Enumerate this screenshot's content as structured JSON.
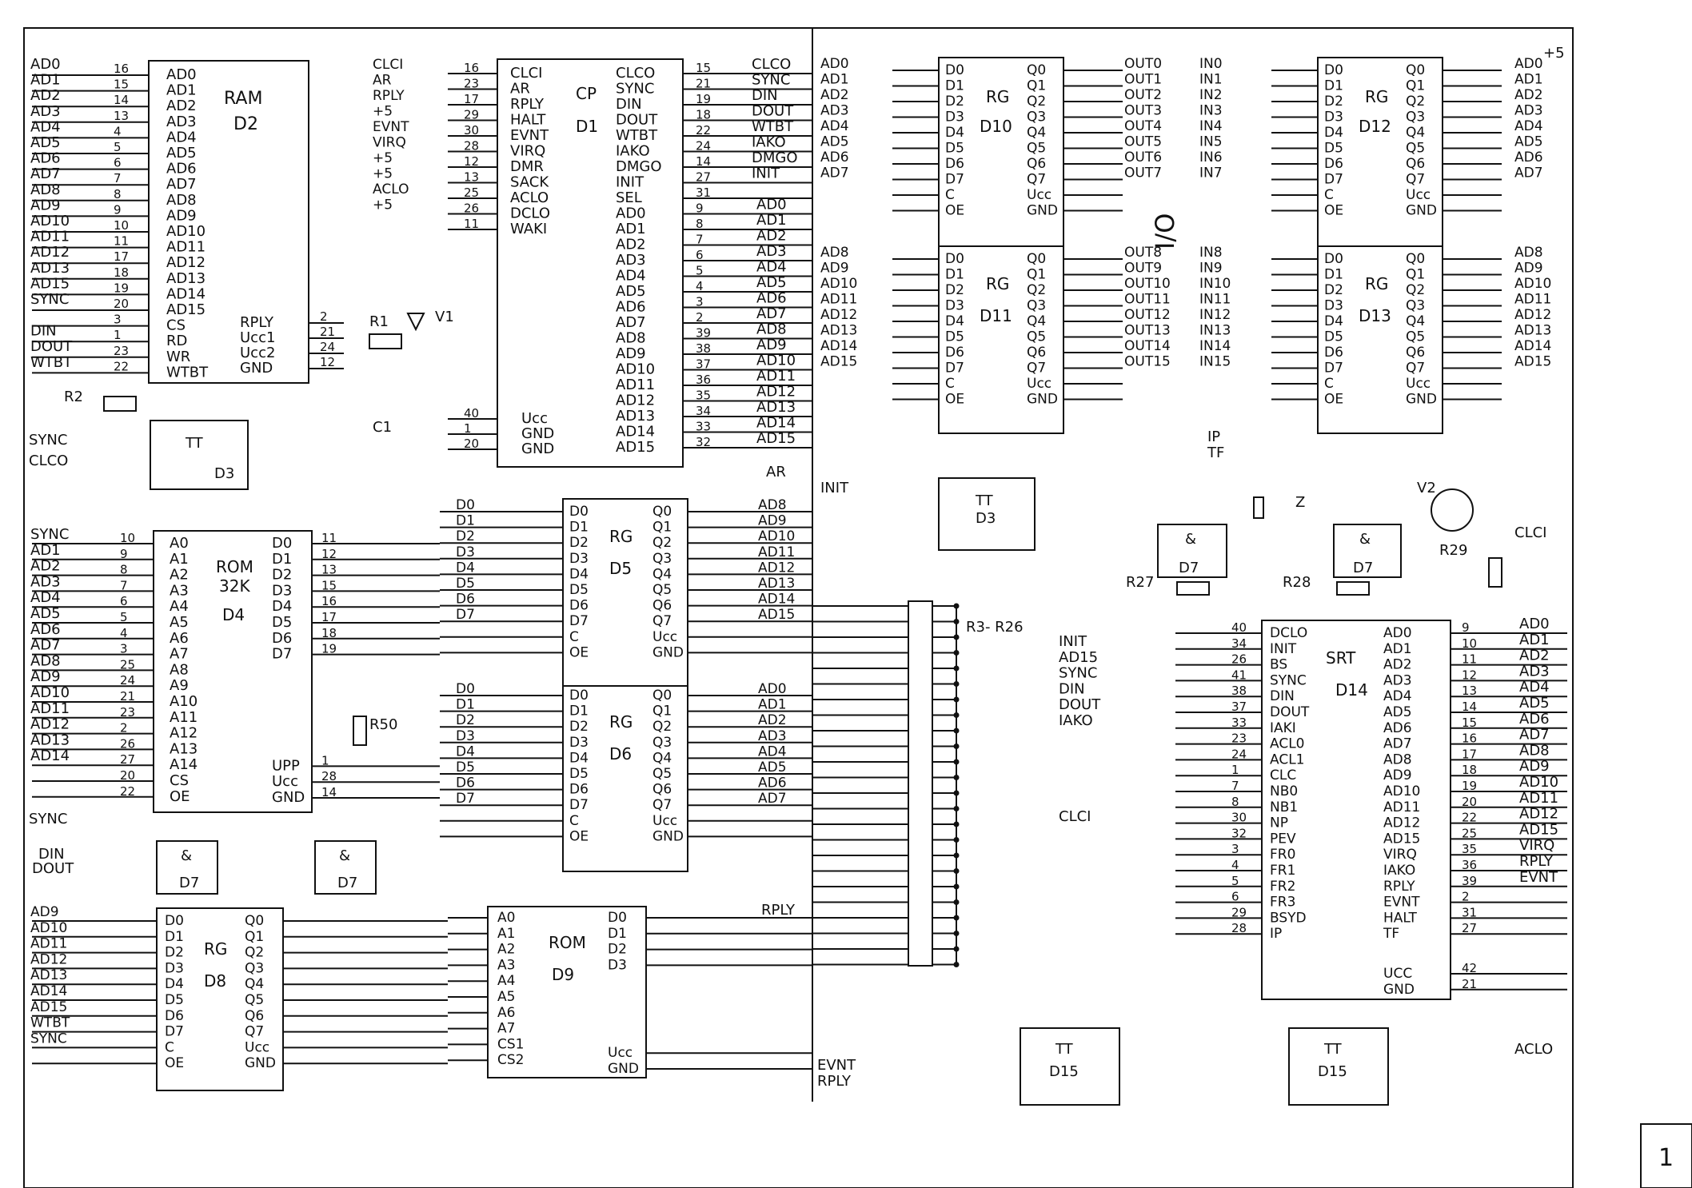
{
  "sheet_number": "1",
  "blocks": [
    {
      "id": "D2",
      "type": "RAM",
      "left_pins": [
        [
          "16",
          "AD0"
        ],
        [
          "15",
          "AD1"
        ],
        [
          "14",
          "AD2"
        ],
        [
          "13",
          "AD3"
        ],
        [
          "4",
          "AD4"
        ],
        [
          "5",
          "AD5"
        ],
        [
          "6",
          "AD6"
        ],
        [
          "7",
          "AD7"
        ],
        [
          "8",
          "AD8"
        ],
        [
          "9",
          "AD9"
        ],
        [
          "10",
          "AD10"
        ],
        [
          "11",
          "AD11"
        ],
        [
          "17",
          "AD12"
        ],
        [
          "18",
          "AD13"
        ],
        [
          "19",
          "AD14"
        ],
        [
          "20",
          "AD15"
        ],
        [
          "3",
          "CS"
        ],
        [
          "1",
          "RD"
        ],
        [
          "23",
          "WR"
        ],
        [
          "22",
          "WTBT"
        ]
      ],
      "right_pins": [
        [
          "2",
          "RPLY"
        ],
        [
          "21",
          "Ucc1"
        ],
        [
          "24",
          "Ucc2"
        ],
        [
          "12",
          "GND"
        ]
      ],
      "nets_left": [
        "AD0",
        "AD1",
        "AD2",
        "AD3",
        "AD4",
        "AD5",
        "AD6",
        "AD7",
        "AD8",
        "AD9",
        "AD10",
        "AD11",
        "AD12",
        "AD13",
        "AD15",
        "SYNC",
        "DIN",
        "DOUT",
        "WTBT"
      ]
    },
    {
      "id": "D1",
      "type": "CP",
      "left_pins": [
        [
          "16",
          "CLCI"
        ],
        [
          "23",
          "AR"
        ],
        [
          "17",
          "RPLY"
        ],
        [
          "29",
          "HALT"
        ],
        [
          "30",
          "EVNT"
        ],
        [
          "28",
          "VIRQ"
        ],
        [
          "12",
          "DMR"
        ],
        [
          "13",
          "SACK"
        ],
        [
          "25",
          "ACLO"
        ],
        [
          "26",
          "DCLO"
        ],
        [
          "11",
          "WAKI"
        ],
        [
          "40",
          "Ucc"
        ],
        [
          "1",
          "GND"
        ],
        [
          "20",
          "GND"
        ]
      ],
      "right_pins": [
        [
          "15",
          "CLCO"
        ],
        [
          "21",
          "SYNC"
        ],
        [
          "19",
          "DIN"
        ],
        [
          "18",
          "DOUT"
        ],
        [
          "22",
          "WTBT"
        ],
        [
          "24",
          "IAKO"
        ],
        [
          "14",
          "DMGO"
        ],
        [
          "27",
          "INIT"
        ],
        [
          "31",
          "SEL"
        ],
        [
          "9",
          "AD0"
        ],
        [
          "8",
          "AD1"
        ],
        [
          "7",
          "AD2"
        ],
        [
          "6",
          "AD3"
        ],
        [
          "5",
          "AD4"
        ],
        [
          "4",
          "AD5"
        ],
        [
          "3",
          "AD6"
        ],
        [
          "2",
          "AD7"
        ],
        [
          "39",
          "AD8"
        ],
        [
          "38",
          "AD9"
        ],
        [
          "37",
          "AD10"
        ],
        [
          "36",
          "AD11"
        ],
        [
          "35",
          "AD12"
        ],
        [
          "34",
          "AD13"
        ],
        [
          "33",
          "AD14"
        ],
        [
          "32",
          "AD15"
        ]
      ],
      "nets_left": [
        "CLCI",
        "AR",
        "RPLY",
        "+5",
        "EVNT",
        "VIRQ",
        "+5",
        "+5",
        "ACLO",
        "+5"
      ]
    },
    {
      "id": "D10",
      "type": "RG",
      "left": [
        "D0",
        "D1",
        "D2",
        "D3",
        "D4",
        "D5",
        "D6",
        "D7",
        "C",
        "OE"
      ],
      "right": [
        "Q0",
        "Q1",
        "Q2",
        "Q3",
        "Q4",
        "Q5",
        "Q6",
        "Q7",
        "Ucc",
        "GND"
      ]
    },
    {
      "id": "D11",
      "type": "RG",
      "left": [
        "D0",
        "D1",
        "D2",
        "D3",
        "D4",
        "D5",
        "D6",
        "D7",
        "C",
        "OE"
      ],
      "right": [
        "Q0",
        "Q1",
        "Q2",
        "Q3",
        "Q4",
        "Q5",
        "Q6",
        "Q7",
        "Ucc",
        "GND"
      ]
    },
    {
      "id": "D12",
      "type": "RG",
      "left": [
        "D0",
        "D1",
        "D2",
        "D3",
        "D4",
        "D5",
        "D6",
        "D7",
        "C",
        "OE"
      ],
      "right": [
        "Q0",
        "Q1",
        "Q2",
        "Q3",
        "Q4",
        "Q5",
        "Q6",
        "Q7",
        "Ucc",
        "GND"
      ]
    },
    {
      "id": "D13",
      "type": "RG",
      "left": [
        "D0",
        "D1",
        "D2",
        "D3",
        "D4",
        "D5",
        "D6",
        "D7",
        "C",
        "OE"
      ],
      "right": [
        "Q0",
        "Q1",
        "Q2",
        "Q3",
        "Q4",
        "Q5",
        "Q6",
        "Q7",
        "Ucc",
        "GND"
      ]
    },
    {
      "id": "D4",
      "type": "ROM",
      "subtitle": "32K",
      "left_pins": [
        [
          "10",
          "A0"
        ],
        [
          "9",
          "A1"
        ],
        [
          "8",
          "A2"
        ],
        [
          "7",
          "A3"
        ],
        [
          "6",
          "A4"
        ],
        [
          "5",
          "A5"
        ],
        [
          "4",
          "A6"
        ],
        [
          "3",
          "A7"
        ],
        [
          "25",
          "A8"
        ],
        [
          "24",
          "A9"
        ],
        [
          "21",
          "A10"
        ],
        [
          "23",
          "A11"
        ],
        [
          "2",
          "A12"
        ],
        [
          "26",
          "A13"
        ],
        [
          "27",
          "A14"
        ],
        [
          "20",
          "CS"
        ],
        [
          "22",
          "OE"
        ]
      ],
      "right_pins": [
        [
          "11",
          "D0"
        ],
        [
          "12",
          "D1"
        ],
        [
          "13",
          "D2"
        ],
        [
          "15",
          "D3"
        ],
        [
          "16",
          "D4"
        ],
        [
          "17",
          "D5"
        ],
        [
          "18",
          "D6"
        ],
        [
          "19",
          "D7"
        ],
        [
          "1",
          "UPP"
        ],
        [
          "28",
          "Ucc"
        ],
        [
          "14",
          "GND"
        ]
      ],
      "nets_left": [
        "SYNC",
        "AD1",
        "AD2",
        "AD3",
        "AD4",
        "AD5",
        "AD6",
        "AD7",
        "AD8",
        "AD9",
        "AD10",
        "AD11",
        "AD12",
        "AD13",
        "AD14"
      ]
    },
    {
      "id": "D5",
      "type": "RG",
      "left": [
        "D0",
        "D1",
        "D2",
        "D3",
        "D4",
        "D5",
        "D6",
        "D7",
        "C",
        "OE"
      ],
      "right": [
        "Q0",
        "Q1",
        "Q2",
        "Q3",
        "Q4",
        "Q5",
        "Q6",
        "Q7",
        "Ucc",
        "GND"
      ]
    },
    {
      "id": "D6",
      "type": "RG",
      "left": [
        "D0",
        "D1",
        "D2",
        "D3",
        "D4",
        "D5",
        "D6",
        "D7",
        "C",
        "OE"
      ],
      "right": [
        "Q0",
        "Q1",
        "Q2",
        "Q3",
        "Q4",
        "Q5",
        "Q6",
        "Q7",
        "Ucc",
        "GND"
      ]
    },
    {
      "id": "D8",
      "type": "RG",
      "left": [
        "D0",
        "D1",
        "D2",
        "D3",
        "D4",
        "D5",
        "D6",
        "D7",
        "C",
        "OE"
      ],
      "right": [
        "Q0",
        "Q1",
        "Q2",
        "Q3",
        "Q4",
        "Q5",
        "Q6",
        "Q7",
        "Ucc",
        "GND"
      ],
      "nets_left": [
        "AD9",
        "AD10",
        "AD11",
        "AD12",
        "AD13",
        "AD14",
        "AD15",
        "WTBT",
        "SYNC"
      ]
    },
    {
      "id": "D9",
      "type": "ROM",
      "left": [
        "A0",
        "A1",
        "A2",
        "A3",
        "A4",
        "A5",
        "A6",
        "A7",
        "CS1",
        "CS2"
      ],
      "right": [
        "D0",
        "D1",
        "D2",
        "D3",
        "Ucc",
        "GND"
      ]
    },
    {
      "id": "D14",
      "type": "SRT",
      "left_pins": [
        [
          "40",
          "DCLO"
        ],
        [
          "34",
          "INIT"
        ],
        [
          "26",
          "BS"
        ],
        [
          "41",
          "SYNC"
        ],
        [
          "38",
          "DIN"
        ],
        [
          "37",
          "DOUT"
        ],
        [
          "33",
          "IAKI"
        ],
        [
          "23",
          "ACL0"
        ],
        [
          "24",
          "ACL1"
        ],
        [
          "1",
          "CLC"
        ],
        [
          "7",
          "NB0"
        ],
        [
          "8",
          "NB1"
        ],
        [
          "30",
          "NP"
        ],
        [
          "32",
          "PEV"
        ],
        [
          "3",
          "FR0"
        ],
        [
          "4",
          "FR1"
        ],
        [
          "5",
          "FR2"
        ],
        [
          "6",
          "FR3"
        ],
        [
          "29",
          "BSYD"
        ],
        [
          "28",
          "IP"
        ]
      ],
      "right_pins": [
        [
          "9",
          "AD0"
        ],
        [
          "10",
          "AD1"
        ],
        [
          "11",
          "AD2"
        ],
        [
          "12",
          "AD3"
        ],
        [
          "13",
          "AD4"
        ],
        [
          "14",
          "AD5"
        ],
        [
          "15",
          "AD6"
        ],
        [
          "16",
          "AD7"
        ],
        [
          "17",
          "AD8"
        ],
        [
          "18",
          "AD9"
        ],
        [
          "19",
          "AD10"
        ],
        [
          "20",
          "AD11"
        ],
        [
          "22",
          "AD12"
        ],
        [
          "25",
          "AD15"
        ],
        [
          "35",
          "VIRQ"
        ],
        [
          "36",
          "IAKO"
        ],
        [
          "39",
          "RPLY"
        ],
        [
          "2",
          "EVNT"
        ],
        [
          "31",
          "HALT"
        ],
        [
          "27",
          "TF"
        ],
        [
          "42",
          "UCC"
        ],
        [
          "21",
          "GND"
        ]
      ],
      "nets_left": [
        "INIT",
        "AD15",
        "SYNC",
        "DIN",
        "DOUT",
        "IAKO",
        "CLCI"
      ],
      "nets_right": [
        "AD0",
        "AD1",
        "AD2",
        "AD3",
        "AD4",
        "AD5",
        "AD6",
        "AD7",
        "AD8",
        "AD9",
        "AD10",
        "AD11",
        "AD12",
        "AD15",
        "VIRQ",
        "RPLY",
        "EVNT"
      ]
    }
  ],
  "labels": {
    "io": "I/O",
    "r1": "R1",
    "r2": "R2",
    "v1": "V1",
    "c1": "C1",
    "v2": "V2",
    "z": "Z",
    "r27": "R27",
    "r28": "R28",
    "r29": "R29",
    "r50": "R50",
    "r3r26": "R3-\nR26",
    "plus5": "+5",
    "ar": "AR",
    "init": "INIT",
    "rply": "RPLY",
    "aclo": "ACLO",
    "clci": "CLCI",
    "evnt": "EVNT",
    "ip": "IP",
    "tf": "TF",
    "sync": "SYNC",
    "din": "DIN",
    "dout": "DOUT",
    "clco": "CLCO",
    "tt": "TT",
    "amp": "&",
    "d3": "D3",
    "d7": "D7",
    "d15": "D15"
  },
  "outnets": {
    "out_low": [
      "OUT0",
      "OUT1",
      "OUT2",
      "OUT3",
      "OUT4",
      "OUT5",
      "OUT6",
      "OUT7"
    ],
    "out_high": [
      "OUT8",
      "OUT9",
      "OUT10",
      "OUT11",
      "OUT12",
      "OUT13",
      "OUT14",
      "OUT15"
    ],
    "in_low": [
      "IN0",
      "IN1",
      "IN2",
      "IN3",
      "IN4",
      "IN5",
      "IN6",
      "IN7"
    ],
    "in_high": [
      "IN8",
      "IN9",
      "IN10",
      "IN11",
      "IN12",
      "IN13",
      "IN14",
      "IN15"
    ]
  }
}
